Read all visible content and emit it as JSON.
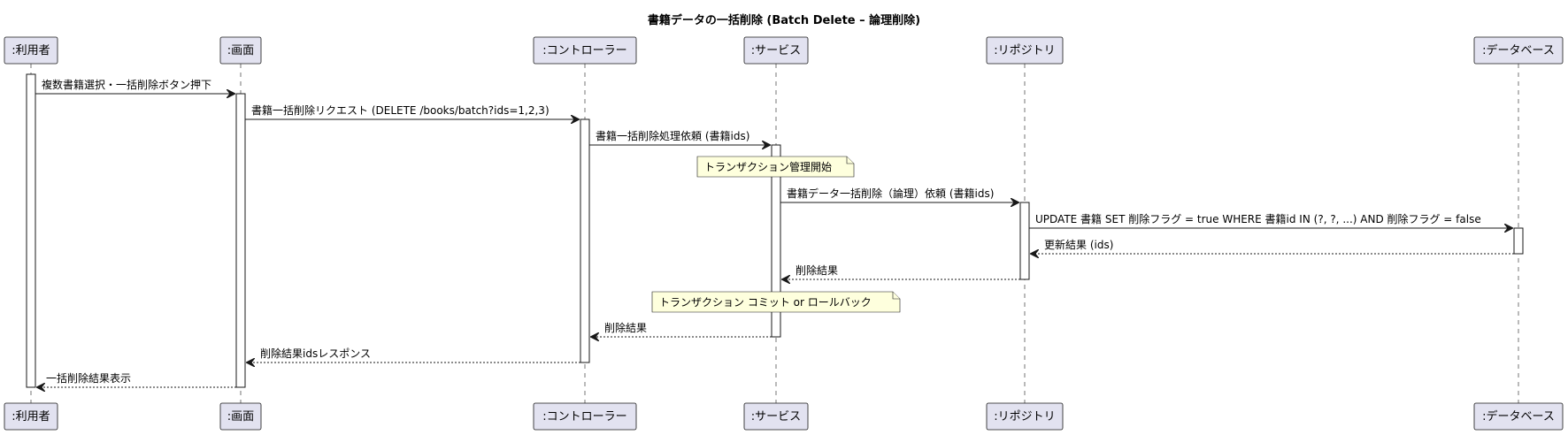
{
  "diagram": {
    "title": "書籍データの一括削除 (Batch Delete – 論理削除)",
    "participants": [
      {
        "id": "user",
        "label": ":利用者"
      },
      {
        "id": "screen",
        "label": ":画面"
      },
      {
        "id": "controller",
        "label": ":コントローラー"
      },
      {
        "id": "service",
        "label": ":サービス"
      },
      {
        "id": "repository",
        "label": ":リポジトリ"
      },
      {
        "id": "database",
        "label": ":データベース"
      }
    ],
    "messages": [
      {
        "from": "user",
        "to": "screen",
        "text": "複数書籍選択・一括削除ボタン押下",
        "kind": "sync"
      },
      {
        "from": "screen",
        "to": "controller",
        "text": "書籍一括削除リクエスト (DELETE /books/batch?ids=1,2,3)",
        "kind": "sync"
      },
      {
        "from": "controller",
        "to": "service",
        "text": "書籍一括削除処理依頼 (書籍ids)",
        "kind": "sync"
      },
      {
        "from": "service",
        "to": "repository",
        "text": "書籍データ一括削除（論理）依頼 (書籍ids)",
        "kind": "sync"
      },
      {
        "from": "repository",
        "to": "database",
        "text": "UPDATE 書籍 SET 削除フラグ = true WHERE 書籍id IN (?, ?, ...) AND 削除フラグ = false",
        "kind": "sync"
      },
      {
        "from": "database",
        "to": "repository",
        "text": "更新結果 (ids)",
        "kind": "return"
      },
      {
        "from": "repository",
        "to": "service",
        "text": "削除結果",
        "kind": "return"
      },
      {
        "from": "service",
        "to": "controller",
        "text": "削除結果",
        "kind": "return"
      },
      {
        "from": "controller",
        "to": "screen",
        "text": "削除結果idsレスポンス",
        "kind": "return"
      },
      {
        "from": "screen",
        "to": "user",
        "text": "一括削除結果表示",
        "kind": "return"
      }
    ],
    "notes": [
      {
        "over": "service",
        "text": "トランザクション管理開始"
      },
      {
        "over": "service",
        "text": "トランザクション コミット or ロールバック"
      }
    ]
  }
}
